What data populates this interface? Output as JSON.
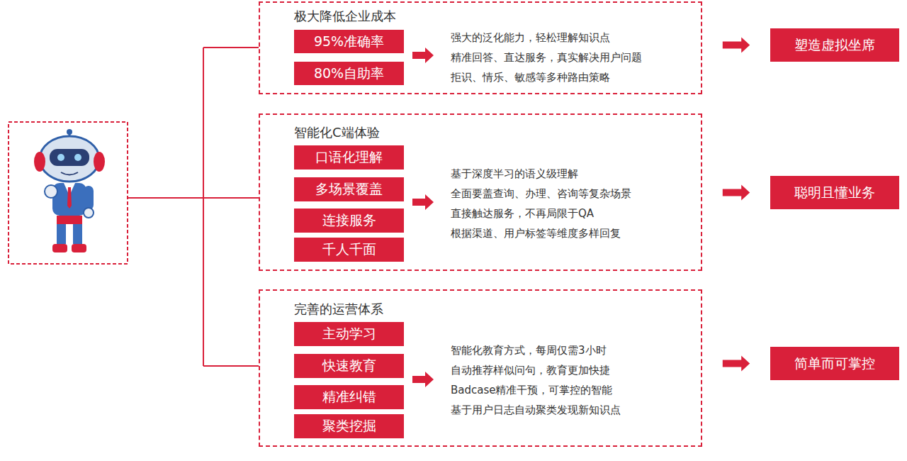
{
  "diagram": {
    "nodes": [
      {
        "text": [
          "极大降低企业成本",
          "强大的泛化能力，轻松理解知识点",
          "精准回答、直达服务，真实解决用户问题",
          "拒识、情乐、敏感等多种路由策略"
        ]
      },
      {
        "text": [
          "95%准确率"
        ],
        "in": 0
      },
      {
        "text": [
          "80%自助率"
        ],
        "in": 0
      },
      {
        "text": [
          "塑造虚拟坐席"
        ]
      },
      {
        "text": [
          "智能化C端体验",
          "基于深度半习的语义级理解",
          "全面要盖查询、办理、咨询等复杂场景",
          "直接触达服务，不再局限于QA",
          "根据渠道、用户标签等维度多样回复"
        ]
      },
      {
        "text": [
          "口语化理解"
        ],
        "in": 4
      },
      {
        "text": [
          "多场景覆盖"
        ],
        "in": 4
      },
      {
        "text": [
          "连接服务"
        ],
        "in": 4
      },
      {
        "text": [
          "千人千面"
        ],
        "in": 4
      },
      {
        "text": [
          "聪明且懂业务"
        ]
      },
      {
        "text": [
          "完善的运营体系",
          "智能化教育方式，每周仅需3小时",
          "自动推荐样似问句，教育更加快捷",
          "Badcase精准干预，可掌控的智能",
          "基于用户日志自动聚类发现新知识点"
        ]
      },
      {
        "text": [
          "主动学习"
        ],
        "in": 10
      },
      {
        "text": [
          "快速教育"
        ],
        "in": 10
      },
      {
        "text": [
          "精准纠错"
        ],
        "in": 10
      },
      {
        "text": [
          "聚类挖掘"
        ],
        "in": 10
      },
      {
        "text": [
          "简单而可掌控"
        ]
      }
    ],
    "edges": [
      {
        "from": 0,
        "to": 3,
        "arrow": "to"
      },
      {
        "from": 4,
        "to": 9,
        "arrow": "to"
      },
      {
        "from": 10,
        "to": 15,
        "arrow": "to"
      }
    ]
  }
}
